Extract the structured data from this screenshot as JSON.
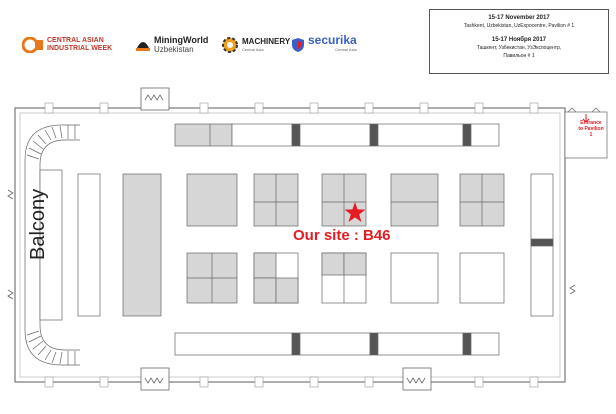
{
  "logos": {
    "cai_week": "CENTRAL ASIAN INDUSTRIAL WEEK",
    "mining_world": [
      "MiningWorld",
      "Uzbekistan"
    ],
    "machinery": [
      "MACHINERY",
      "Central Asia"
    ],
    "securika": [
      "securika",
      "Central Asia"
    ]
  },
  "info_box": {
    "date_en": "15-17 November 2017",
    "venue_en": "Tashkent, Uzbekistan, UzExpocentre, Pavilion # 1",
    "date_ru": "15-17 Ноября 2017",
    "venue_ru": "Ташкент, Узбекистан, УзЭкспоцентр,",
    "pavilion_ru": "Павильон # 1"
  },
  "plan": {
    "balcony_label": "Balcony",
    "site_label": "Our site : B46",
    "entrance_label": "Entrance to Pavilion 1"
  },
  "colors": {
    "accent_red": "#e51c23",
    "booth_gray": "#d6d6d6",
    "dark_block": "#555555"
  }
}
